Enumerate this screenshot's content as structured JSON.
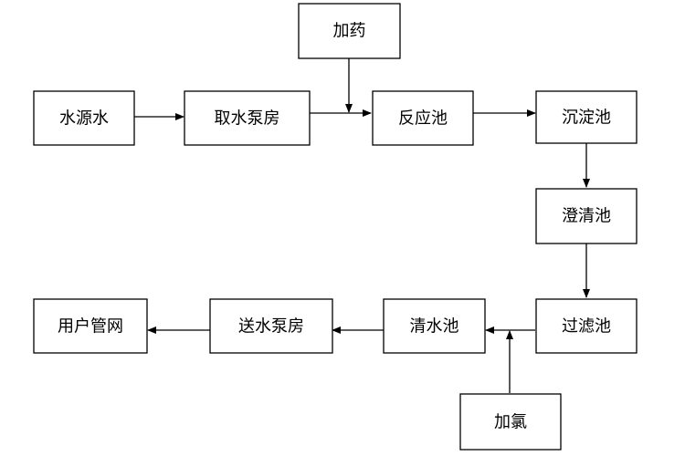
{
  "diagram": {
    "type": "flowchart",
    "colors": {
      "stroke": "#000000",
      "text": "#000000",
      "background": "#ffffff"
    },
    "nodes": {
      "source_water": "水源水",
      "intake_pump": "取水泵房",
      "add_chemicals": "加药",
      "reaction_tank": "反应池",
      "settling_tank": "沉淀池",
      "clarifier": "澄清池",
      "filter_tank": "过滤池",
      "add_chlorine": "加氯",
      "clear_water_tank": "清水池",
      "delivery_pump": "送水泵房",
      "user_network": "用户管网"
    },
    "edges": [
      {
        "from": "source_water",
        "to": "intake_pump"
      },
      {
        "from": "intake_pump",
        "to": "reaction_tank"
      },
      {
        "from": "add_chemicals",
        "to": "reaction_tank"
      },
      {
        "from": "reaction_tank",
        "to": "settling_tank"
      },
      {
        "from": "settling_tank",
        "to": "clarifier"
      },
      {
        "from": "clarifier",
        "to": "filter_tank"
      },
      {
        "from": "filter_tank",
        "to": "clear_water_tank"
      },
      {
        "from": "add_chlorine",
        "to": "clear_water_tank"
      },
      {
        "from": "clear_water_tank",
        "to": "delivery_pump"
      },
      {
        "from": "delivery_pump",
        "to": "user_network"
      }
    ]
  }
}
